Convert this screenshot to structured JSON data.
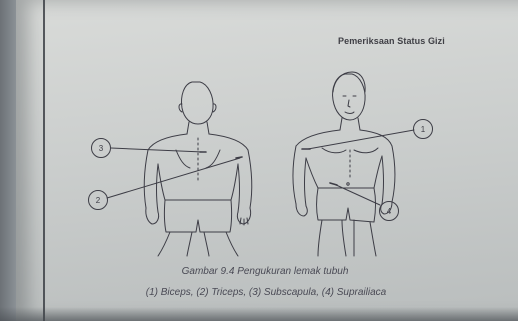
{
  "header": {
    "title": "Pemeriksaan Status Gizi"
  },
  "figure": {
    "markers": [
      "1",
      "2",
      "3",
      "4"
    ],
    "caption": {
      "line1": "Gambar 9.4 Pengukuran lemak tubuh",
      "line2": "(1) Biceps, (2) Triceps, (3) Subscapula, (4) Suprailiaca"
    }
  },
  "colors": {
    "ink": "#3d3d46",
    "paper": "#cbcecd",
    "background": "#8f959a"
  }
}
